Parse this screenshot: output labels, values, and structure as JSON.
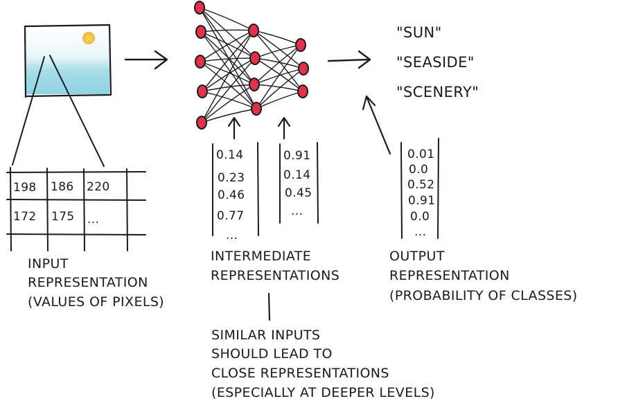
{
  "input": {
    "pixel_rows": [
      [
        "198",
        "186",
        "220"
      ],
      [
        "172",
        "175",
        "..."
      ]
    ],
    "label_lines": [
      "INPUT",
      "REPRESENTATION",
      "(VALUES OF PIXELS)"
    ]
  },
  "intermediate": {
    "vector_a": [
      "0.14",
      "0.23",
      "0.46",
      "0.77",
      "..."
    ],
    "vector_b": [
      "0.91",
      "0.14",
      "0.45",
      "..."
    ],
    "label_lines": [
      "INTERMEDIATE",
      "REPRESENTATIONS"
    ]
  },
  "output": {
    "vector": [
      "0.01",
      "0.0",
      "0.52",
      "0.91",
      "0.0",
      "..."
    ],
    "label_lines": [
      "OUTPUT",
      "REPRESENTATION",
      "(PROBABILITY OF CLASSES)"
    ]
  },
  "classes": [
    "\"SUN\"",
    "\"SEASIDE\"",
    "\"SCENERY\""
  ],
  "note_lines": [
    "SIMILAR INPUTS",
    "SHOULD LEAD TO",
    "CLOSE REPRESENTATIONS",
    "(ESPECIALLY AT DEEPER LEVELS)"
  ],
  "colors": {
    "neuron": "#e0324a",
    "sky": "#ffffff",
    "sea": "#8fd3e3",
    "sun": "#f2c64d",
    "ink": "#1a1a1a"
  }
}
